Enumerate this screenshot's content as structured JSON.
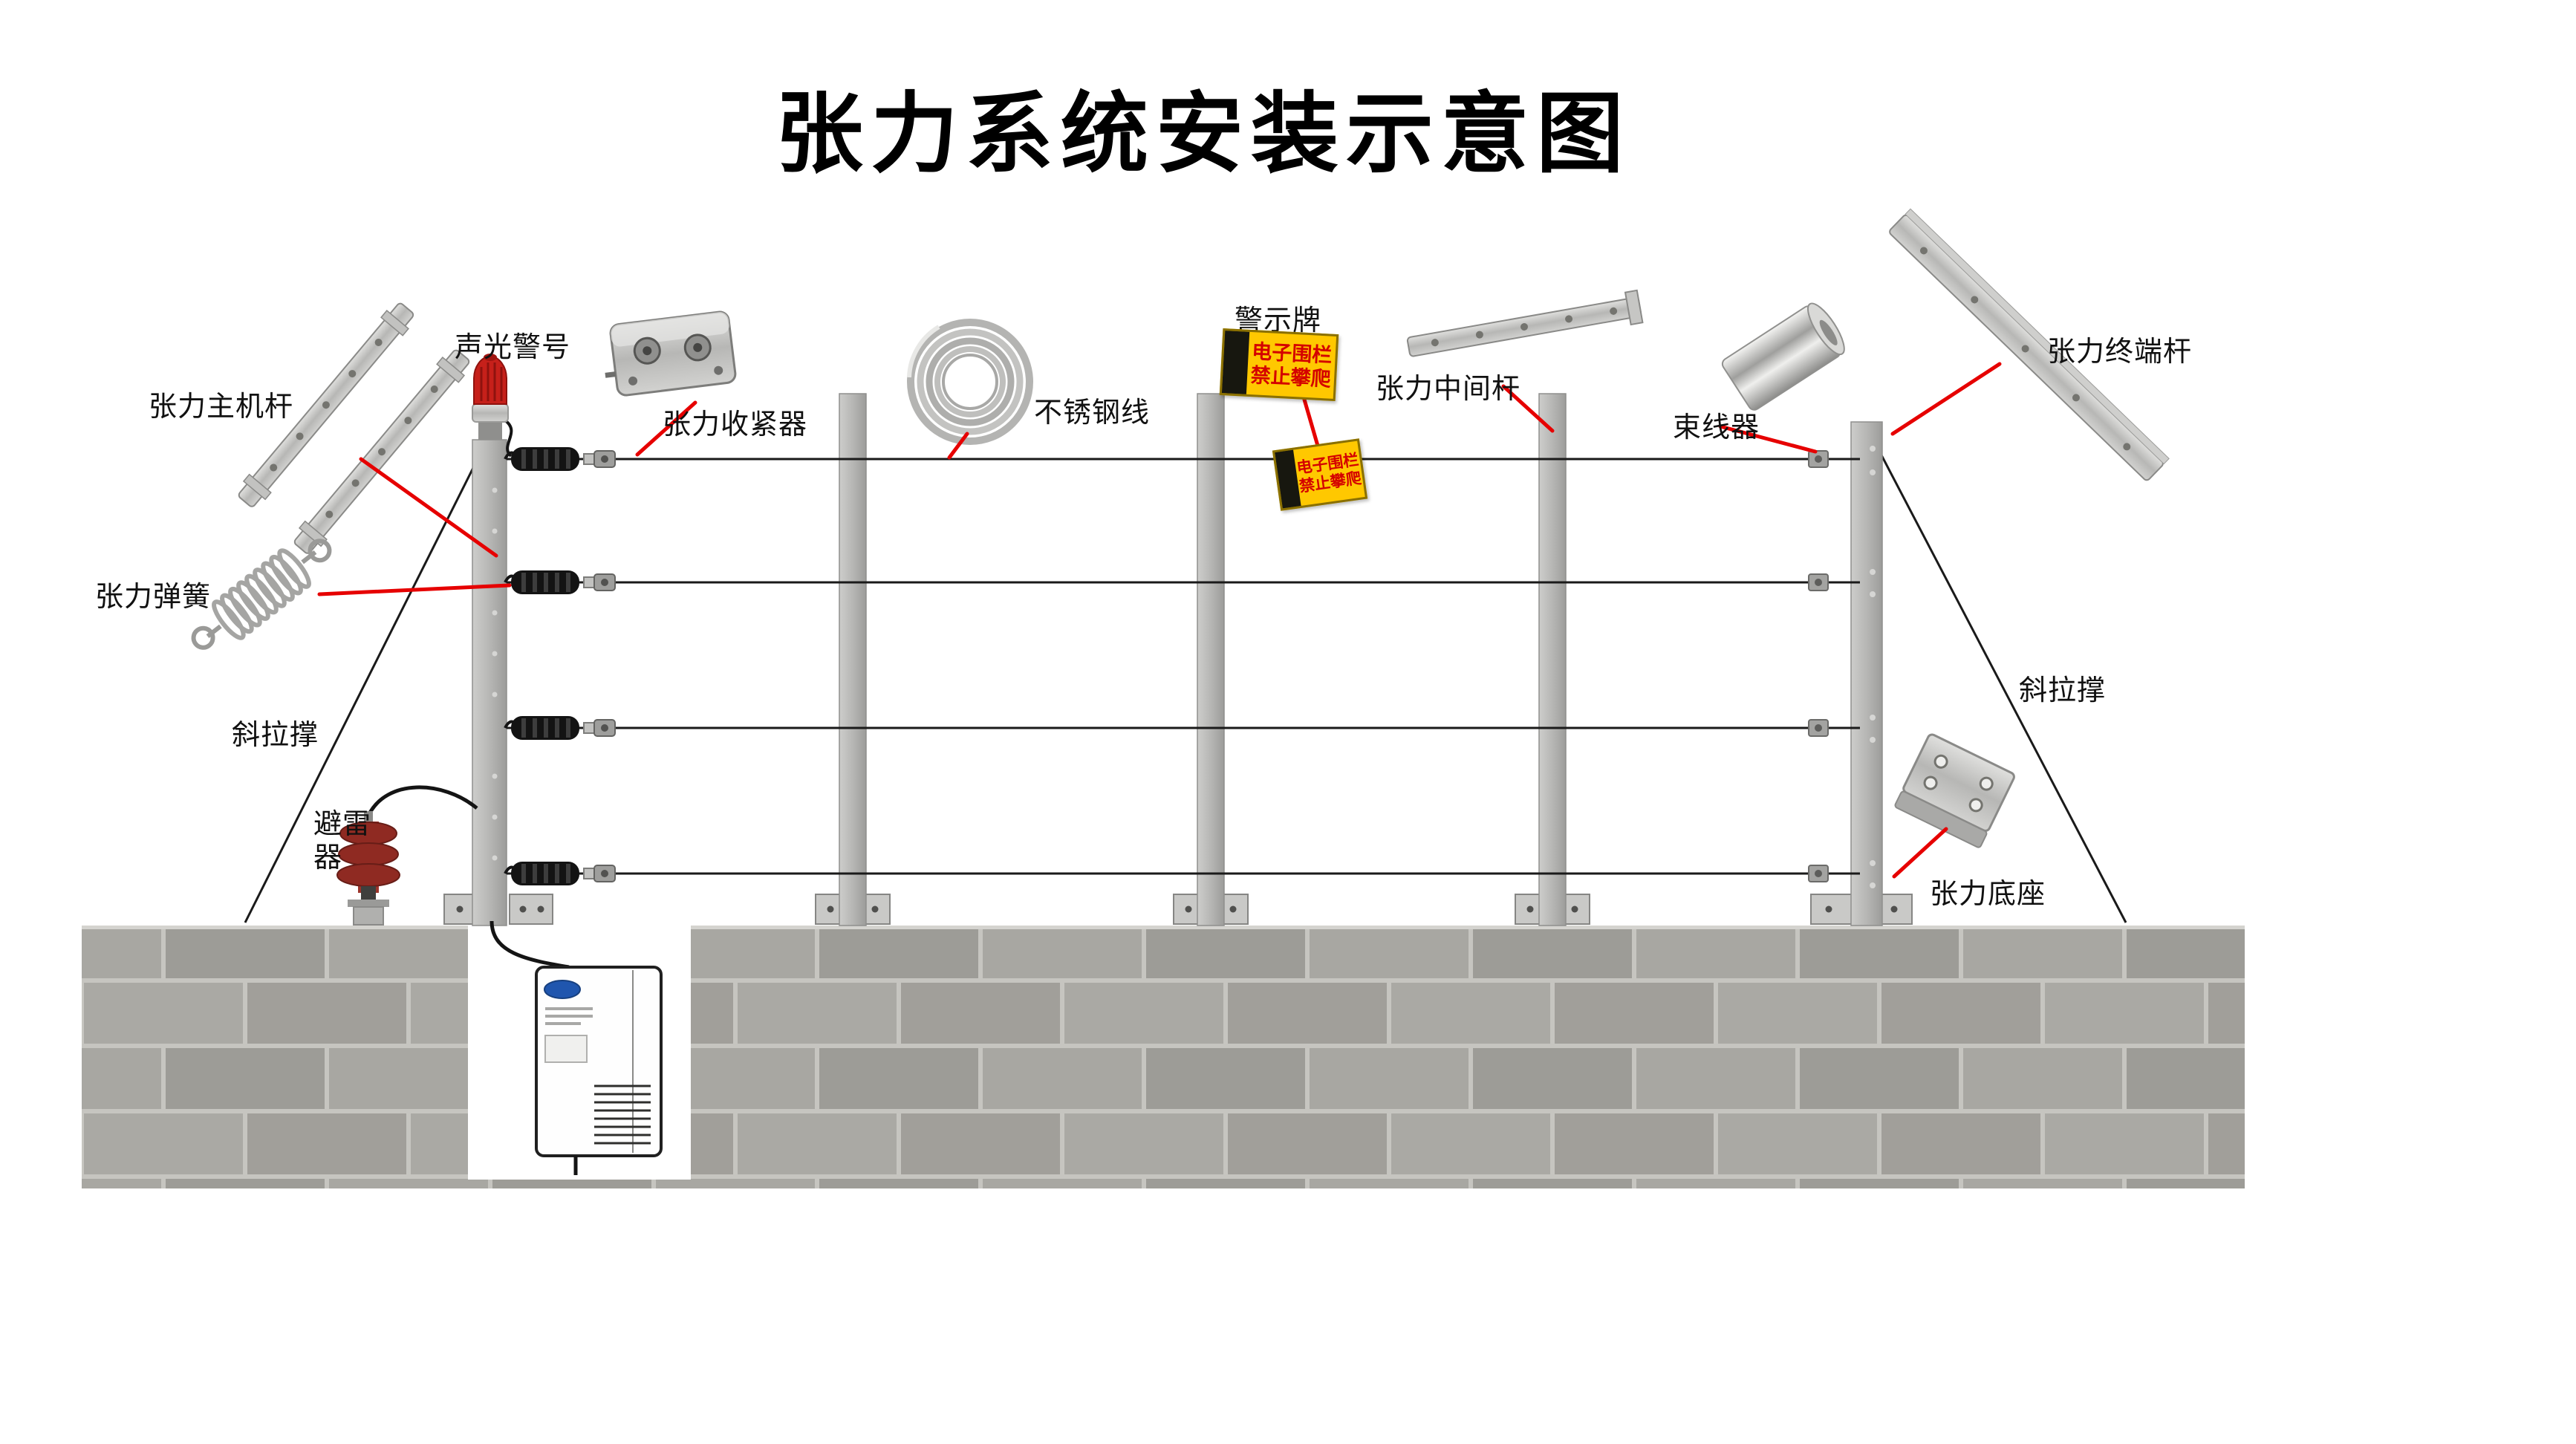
{
  "title": "张力系统安装示意图",
  "labels": {
    "main_post": "张力主机杆",
    "alarm": "声光警号",
    "tensioner": "张力收紧器",
    "steel_wire": "不锈钢线",
    "warning_sign": "警示牌",
    "middle_post": "张力中间杆",
    "wire_clamp": "束线器",
    "terminal_post": "张力终端杆",
    "tension_spring": "张力弹簧",
    "diagonal_brace": "斜拉撑",
    "lightning_arrester": "避雷器",
    "tension_base": "张力底座"
  },
  "warning_sign": {
    "line1": "电子围栏",
    "line2": "禁止攀爬"
  },
  "colors": {
    "leader_line": "#e60000",
    "sign_background": "#ffc800",
    "sign_text": "#d40000",
    "beacon_red": "#c6201a",
    "arrester_red": "#8f2a22",
    "wall_brick": "#a8a7a2",
    "post_gray": "#b4b4b2",
    "wire_black": "#1a1a1a",
    "logo_blue": "#2056ae"
  }
}
